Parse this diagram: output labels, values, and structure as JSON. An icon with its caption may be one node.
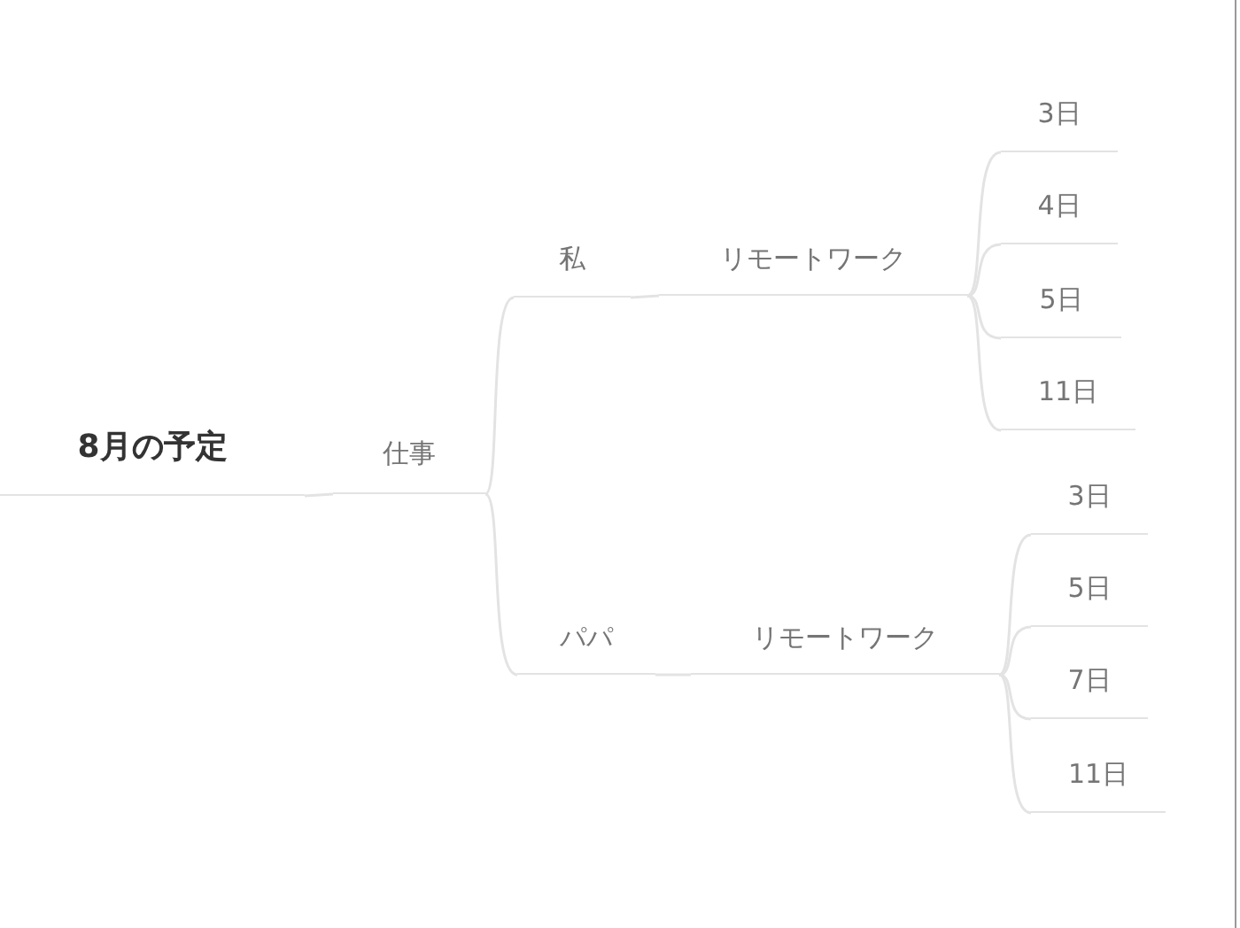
{
  "diagram": {
    "nodes": [
      {
        "text": [
          "8月の予定"
        ]
      },
      {
        "text": [
          "仕事"
        ]
      },
      {
        "text": [
          "私"
        ]
      },
      {
        "text": [
          "リモートワーク"
        ]
      },
      {
        "text": [
          "3日"
        ]
      },
      {
        "text": [
          "4日"
        ]
      },
      {
        "text": [
          "5日"
        ]
      },
      {
        "text": [
          "11日"
        ]
      },
      {
        "text": [
          "パパ"
        ]
      },
      {
        "text": [
          "リモートワーク"
        ]
      },
      {
        "text": [
          "3日"
        ]
      },
      {
        "text": [
          "5日"
        ]
      },
      {
        "text": [
          "7日"
        ]
      },
      {
        "text": [
          "11日"
        ]
      }
    ],
    "edges": [
      {
        "from": 0,
        "to": 1,
        "arrow": "none"
      },
      {
        "from": 1,
        "to": 2,
        "arrow": "none"
      },
      {
        "from": 2,
        "to": 3,
        "arrow": "none"
      },
      {
        "from": 3,
        "to": 4,
        "arrow": "none"
      },
      {
        "from": 3,
        "to": 5,
        "arrow": "none"
      },
      {
        "from": 3,
        "to": 6,
        "arrow": "none"
      },
      {
        "from": 3,
        "to": 7,
        "arrow": "none"
      },
      {
        "from": 1,
        "to": 8,
        "arrow": "none"
      },
      {
        "from": 8,
        "to": 9,
        "arrow": "none"
      },
      {
        "from": 9,
        "to": 10,
        "arrow": "none"
      },
      {
        "from": 9,
        "to": 11,
        "arrow": "none"
      },
      {
        "from": 9,
        "to": 12,
        "arrow": "none"
      },
      {
        "from": 9,
        "to": 13,
        "arrow": "none"
      }
    ]
  }
}
